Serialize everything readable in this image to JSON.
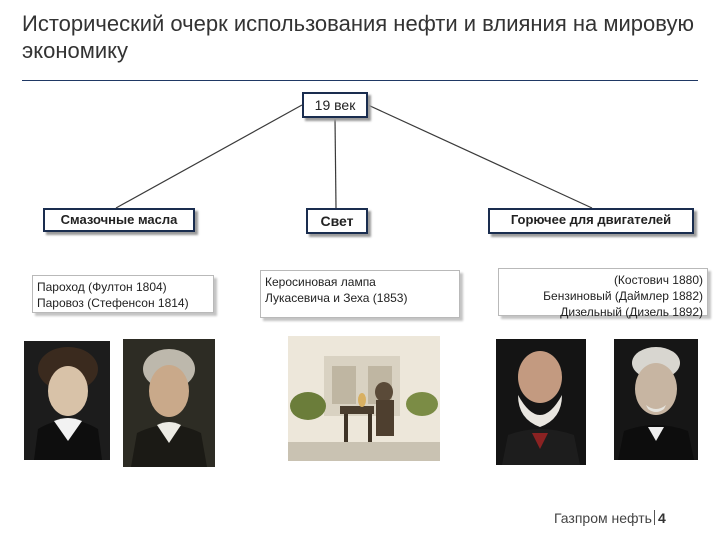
{
  "title": "Исторический очерк использования нефти и влияния на мировую экономику",
  "root": {
    "label": "19 век"
  },
  "categories": [
    {
      "label": "Смазочные масла",
      "desc_lines": [
        "Пароход (Фултон 1804)",
        "Паровоз (Стефенсон 1814)"
      ]
    },
    {
      "label": "Свет",
      "desc_lines": [
        "Керосиновая лампа",
        "Лукасевича и Зеха (1853)"
      ]
    },
    {
      "label": "Горючее для двигателей",
      "desc_lines": [
        "(Костович 1880)",
        "Бензиновый (Даймлер 1882)",
        "Дизельный (Дизель 1892)"
      ]
    }
  ],
  "footer": {
    "brand": "Газпром нефть",
    "page": "4"
  },
  "colors": {
    "box_border": "#1a2d4f",
    "rule": "#1f3864"
  }
}
